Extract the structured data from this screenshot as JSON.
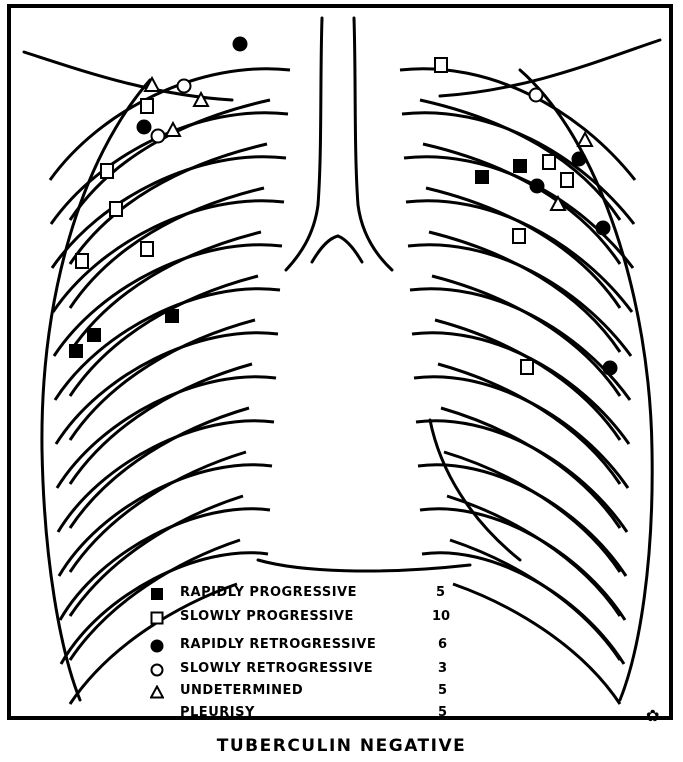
{
  "legend": [
    {
      "label": "RAPIDLY  PROGRESSIVE",
      "count": "5",
      "symbol": "filled-square"
    },
    {
      "label": "SLOWLY  PROGRESSIVE",
      "count": "10",
      "symbol": "open-square"
    },
    {
      "label": "RAPIDLY  RETROGRESSIVE",
      "count": "6",
      "symbol": "filled-circle"
    },
    {
      "label": "SLOWLY  RETROGRESSIVE",
      "count": "3",
      "symbol": "open-circle"
    },
    {
      "label": "UNDETERMINED",
      "count": "5",
      "symbol": "open-triangle"
    },
    {
      "label": "PLEURISY",
      "count": "5",
      "symbol": "none"
    }
  ],
  "caption": "TUBERCULIN  NEGATIVE",
  "colors": {
    "ink": "#000000",
    "paper": "#ffffff"
  }
}
